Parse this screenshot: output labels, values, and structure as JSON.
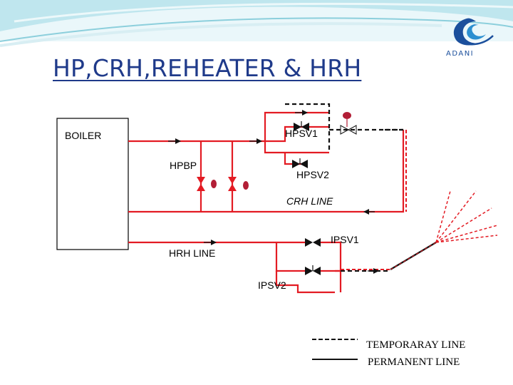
{
  "slide": {
    "title": "HP,CRH,REHEATER & HRH"
  },
  "logo": {
    "text": "ADANI"
  },
  "diagram": {
    "boiler_label": "BOILER",
    "hpsv1_label": "HPSV1",
    "hpsv2_label": "HPSV2",
    "hpbp_label": "HPBP",
    "crh_line_label": "CRH LINE",
    "ipsv1_label": "IPSV1",
    "ipsv2_label": "IPSV2",
    "hrh_line_label": "HRH LINE"
  },
  "legend": {
    "temporary": "TEMPORARAY LINE",
    "permanent": "PERMANENT LINE"
  },
  "colors": {
    "pipe_red": "#e31b23",
    "valve_black": "#111111",
    "title_blue": "#1f3a8a",
    "logo_blue": "#1b4f9c",
    "header_teal": "#bfe6ee"
  }
}
